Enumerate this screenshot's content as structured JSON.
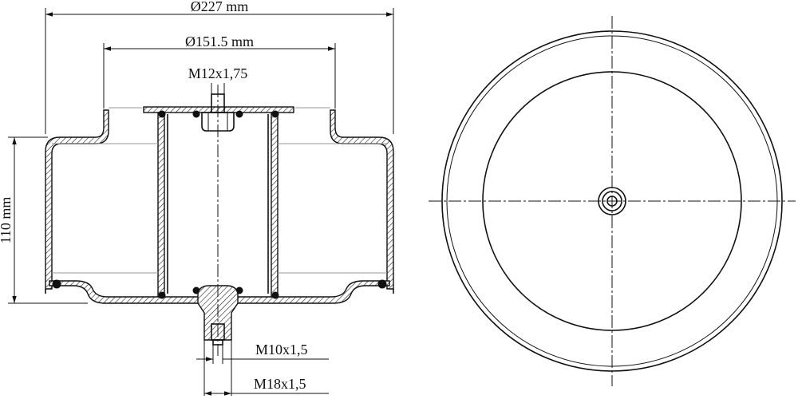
{
  "dimensions": {
    "outer_diameter": "Ø227 mm",
    "inner_diameter": "Ø151.5 mm",
    "top_thread": "M12x1,75",
    "height": "110 mm",
    "bottom_thread_small": "M10x1,5",
    "bottom_thread_large": "M18x1,5"
  },
  "colors": {
    "line": "#111111",
    "background": "#ffffff",
    "reference_line": "#999999"
  }
}
